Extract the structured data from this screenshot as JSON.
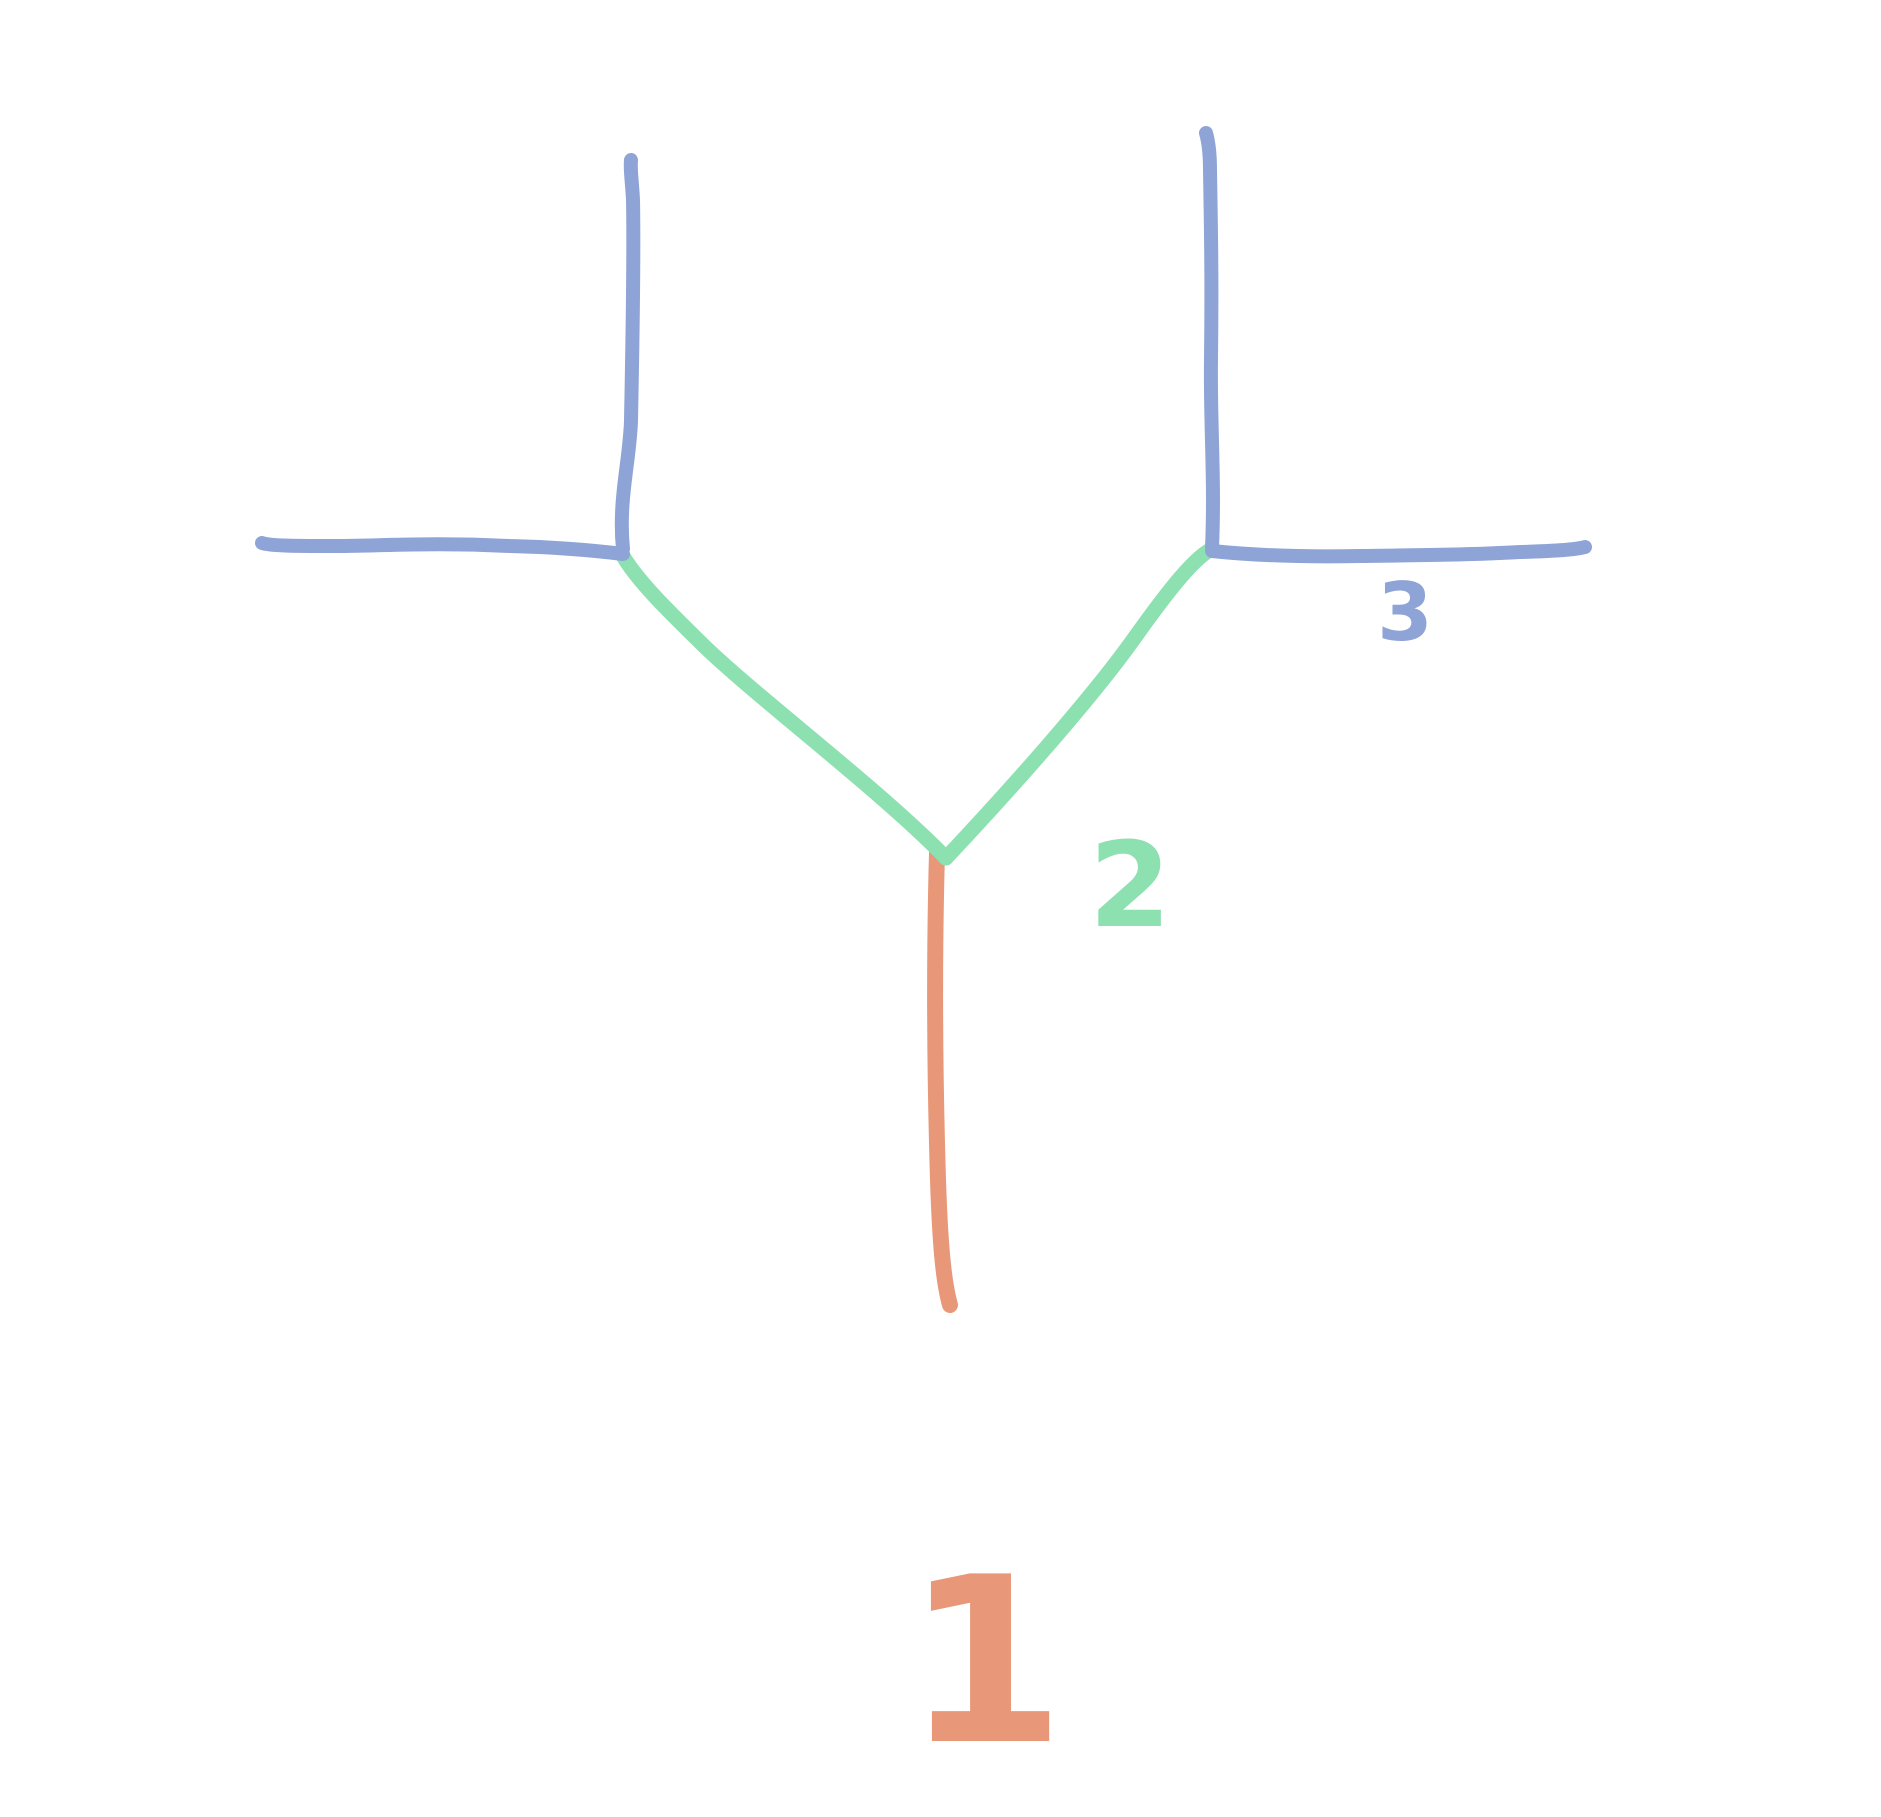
{
  "colors": {
    "background": "#ffffff",
    "level1": "#e89878",
    "level2": "#8de0b0",
    "level3": "#8ea4d6"
  },
  "levels": [
    {
      "label": "1",
      "color": "#e89878"
    },
    {
      "label": "2",
      "color": "#8de0b0"
    },
    {
      "label": "3",
      "color": "#8ea4d6"
    }
  ]
}
